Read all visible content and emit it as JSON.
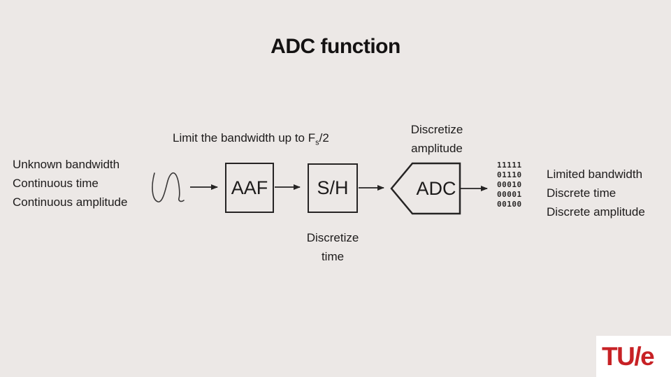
{
  "slide": {
    "title": "ADC function"
  },
  "annotations": {
    "bandwidth_limit": {
      "pre": "Limit the bandwidth up to F",
      "sub": "s",
      "post": "/2"
    },
    "discretize_amplitude": {
      "lines": [
        "Discretize",
        "amplitude"
      ]
    },
    "discretize_time": {
      "lines": [
        "Discretize",
        "time"
      ]
    }
  },
  "input_signal": {
    "lines": [
      "Unknown bandwidth",
      "Continuous time",
      "Continuous amplitude"
    ]
  },
  "output_signal": {
    "lines": [
      "Limited bandwidth",
      "Discrete time",
      "Discrete amplitude"
    ]
  },
  "blocks": {
    "aaf": "AAF",
    "sample_hold": "S/H",
    "adc": "ADC"
  },
  "binary_output": {
    "lines": [
      "11111",
      "01110",
      "00010",
      "00001",
      "00100"
    ]
  },
  "logo": {
    "text": "TU/e"
  },
  "colors": {
    "background": "#ece8e6",
    "stroke": "#262424",
    "logo_red": "#c72125",
    "text": "#1d1b1b"
  }
}
